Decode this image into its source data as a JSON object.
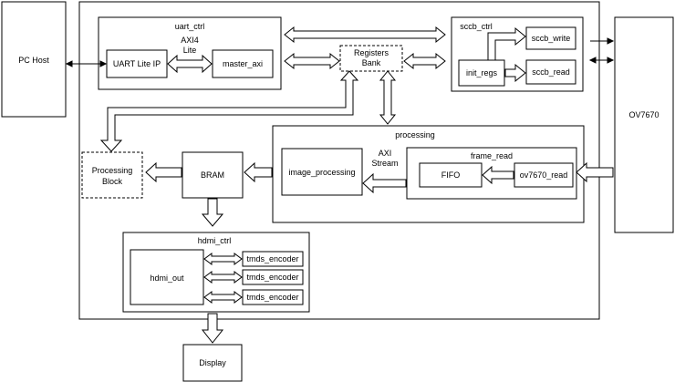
{
  "labels": {
    "pc_host": "PC Host",
    "ov7670": "OV7670",
    "display": "Display",
    "uart_ctrl": "uart_ctrl",
    "uart_lite_ip": "UART Lite IP",
    "axi4_lite_1": "AXI4",
    "axi4_lite_2": "Lite",
    "master_axi": "master_axi",
    "registers_bank_1": "Registers",
    "registers_bank_2": "Bank",
    "sccb_ctrl": "sccb_ctrl",
    "init_regs": "init_regs",
    "sccb_write": "sccb_write",
    "sccb_read": "sccb_read",
    "processing": "processing",
    "image_processing": "image_processing",
    "axi_stream_1": "AXI",
    "axi_stream_2": "Stream",
    "frame_read": "frame_read",
    "fifo": "FIFO",
    "ov7670_read": "ov7670_read",
    "processing_block_1": "Processing",
    "processing_block_2": "Block",
    "bram": "BRAM",
    "hdmi_ctrl": "hdmi_ctrl",
    "hdmi_out": "hdmi_out",
    "tmds_encoder_1": "tmds_encoder",
    "tmds_encoder_2": "tmds_encoder",
    "tmds_encoder_3": "tmds_encoder"
  }
}
